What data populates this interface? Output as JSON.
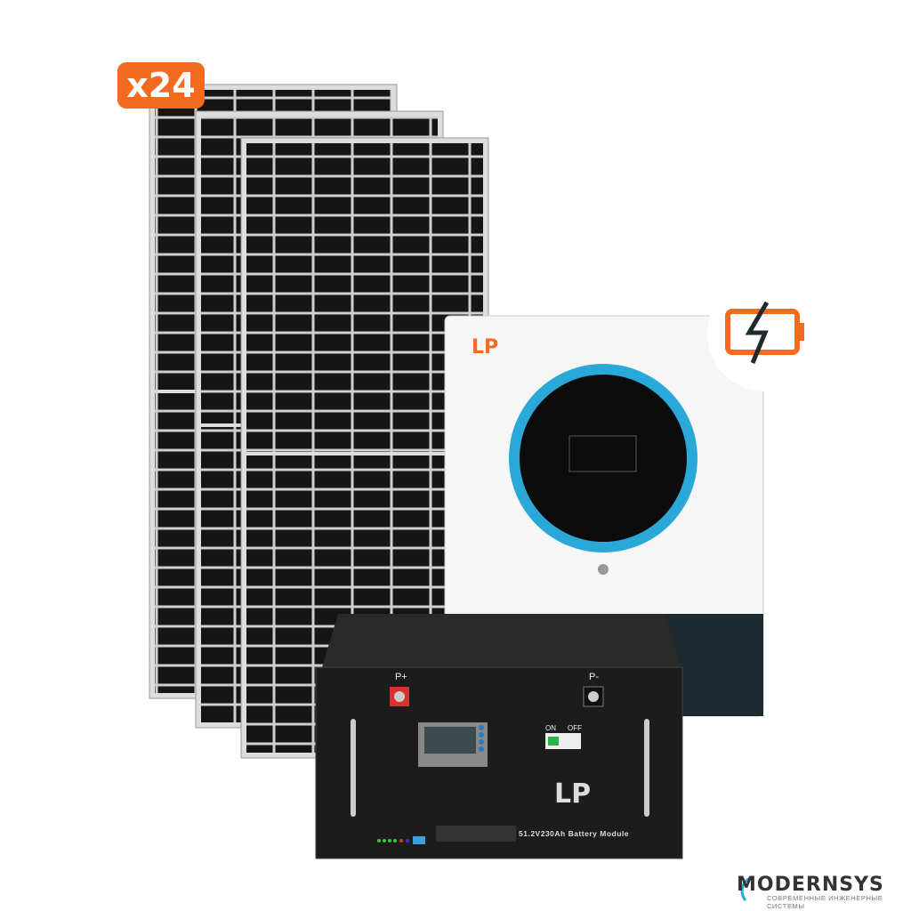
{
  "product": {
    "quantity_badge": "x24",
    "inverter_brand": "LP",
    "battery_brand": "LP",
    "battery_label": "51.2V230Ah Battery Module",
    "battery_terminals": {
      "positive": "P+",
      "negative": "P-"
    },
    "battery_switch": {
      "on": "ON",
      "off": "OFF"
    }
  },
  "watermark": {
    "name": "MODERNSYS",
    "tagline": "СОВРЕМЕННЫЕ ИНЖЕНЕРНЫЕ СИСТЕМЫ"
  },
  "colors": {
    "accent": "#f26b21",
    "panel": "#1a1a1a",
    "inverter_ring": "#2aa8d8"
  }
}
